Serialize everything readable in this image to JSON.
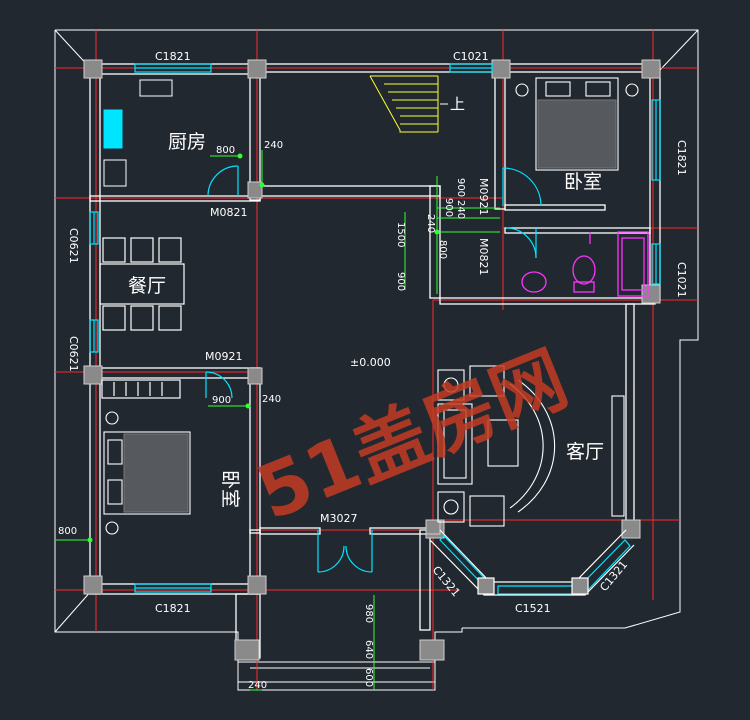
{
  "rooms": {
    "kitchen": "厨房",
    "dining": "餐厅",
    "living": "客厅",
    "bedroom_ne": "卧室",
    "bedroom_sw": "卧室"
  },
  "stair_up": "上",
  "elevation": "±0.000",
  "windows": {
    "c1821_top": "C1821",
    "c1021_top": "C1021",
    "c1821_right": "C1821",
    "c1021_right": "C1021",
    "c0621_upper": "C0621",
    "c0621_lower": "C0621",
    "c1821_bottom": "C1821",
    "c1321_left": "C1321",
    "c1521": "C1521",
    "c1321_right": "C1321"
  },
  "doors": {
    "m0821_kitchen": "M0821",
    "m0921_bed_ne": "M0921",
    "m0821_bath": "M0821",
    "m0921_bed_sw": "M0921",
    "m3027": "M3027"
  },
  "dims": {
    "d800_kitchen": "800",
    "d240_kitchen": "240",
    "d900_a": "900",
    "d240_a": "240",
    "d900_b": "900",
    "d240_b": "240",
    "d800_c": "800",
    "d1500": "1500",
    "d900_c": "900",
    "d900_sw": "900",
    "d240_sw": "240",
    "d800_left": "800",
    "d980": "980",
    "d640": "640",
    "d600": "600",
    "d240_bottom": "240"
  },
  "watermark": "51盖房网",
  "colors": {
    "background": "#212830",
    "axis": "#ff2a2a",
    "wall": "#ffffff",
    "window": "#00e5ff",
    "column": "#8a8a8a",
    "stair": "#ffff33",
    "dimension": "#33ff33",
    "sanitary": "#ff33ff",
    "watermark": "#c23b22"
  }
}
